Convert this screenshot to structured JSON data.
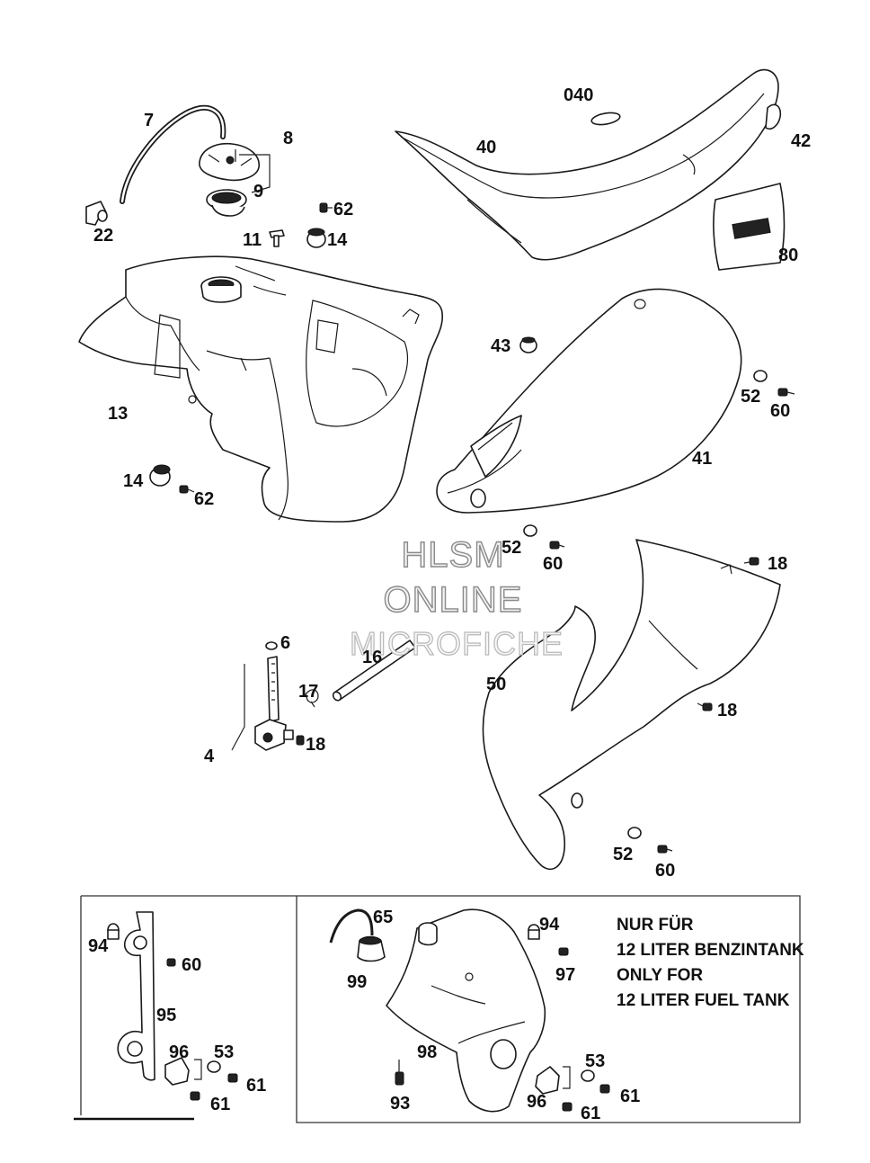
{
  "callouts": {
    "c040": "040",
    "c40": "40",
    "c42": "42",
    "c80": "80",
    "c7": "7",
    "c8": "8",
    "c9": "9",
    "c22": "22",
    "c62a": "62",
    "c11": "11",
    "c14a": "14",
    "c13": "13",
    "c14b": "14",
    "c62b": "62",
    "c43": "43",
    "c52a": "52",
    "c60a": "60",
    "c41": "41",
    "c52b": "52",
    "c60b": "60",
    "c18a": "18",
    "c6": "6",
    "c16": "16",
    "c17": "17",
    "c18b": "18",
    "c4": "4",
    "c50": "50",
    "c18c": "18",
    "c52c": "52",
    "c60c": "60",
    "c94a": "94",
    "c60d": "60",
    "c95": "95",
    "c96a": "96",
    "c53a": "53",
    "c61a": "61",
    "c61b": "61",
    "c65": "65",
    "c99": "99",
    "c94b": "94",
    "c97": "97",
    "c98": "98",
    "c93": "93",
    "c53b": "53",
    "c96b": "96",
    "c61c": "61",
    "c61d": "61"
  },
  "note": {
    "line1": "NUR FÜR",
    "line2": "12 LITER BENZINTANK",
    "line3": "ONLY FOR",
    "line4": "12 LITER FUEL TANK"
  },
  "watermark": {
    "line1": "HLSM",
    "line2": "ONLINE",
    "line3": "MICROFICHE"
  }
}
